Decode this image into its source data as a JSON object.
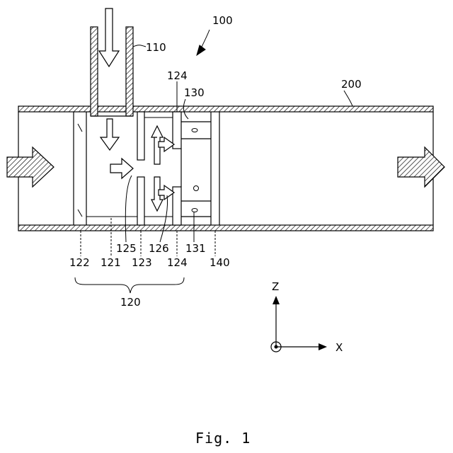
{
  "figure": {
    "caption": "Fig. 1",
    "labels": {
      "assembly": "100",
      "inlet_pipe": "110",
      "main_pipe": "200",
      "unit": "120",
      "l121": "121",
      "l122": "122",
      "l123": "123",
      "l124_top": "124",
      "l124_bottom": "124",
      "l125": "125",
      "l126": "126",
      "l130": "130",
      "l131": "131",
      "l140": "140"
    },
    "axes": {
      "z": "Z",
      "x": "X"
    }
  }
}
